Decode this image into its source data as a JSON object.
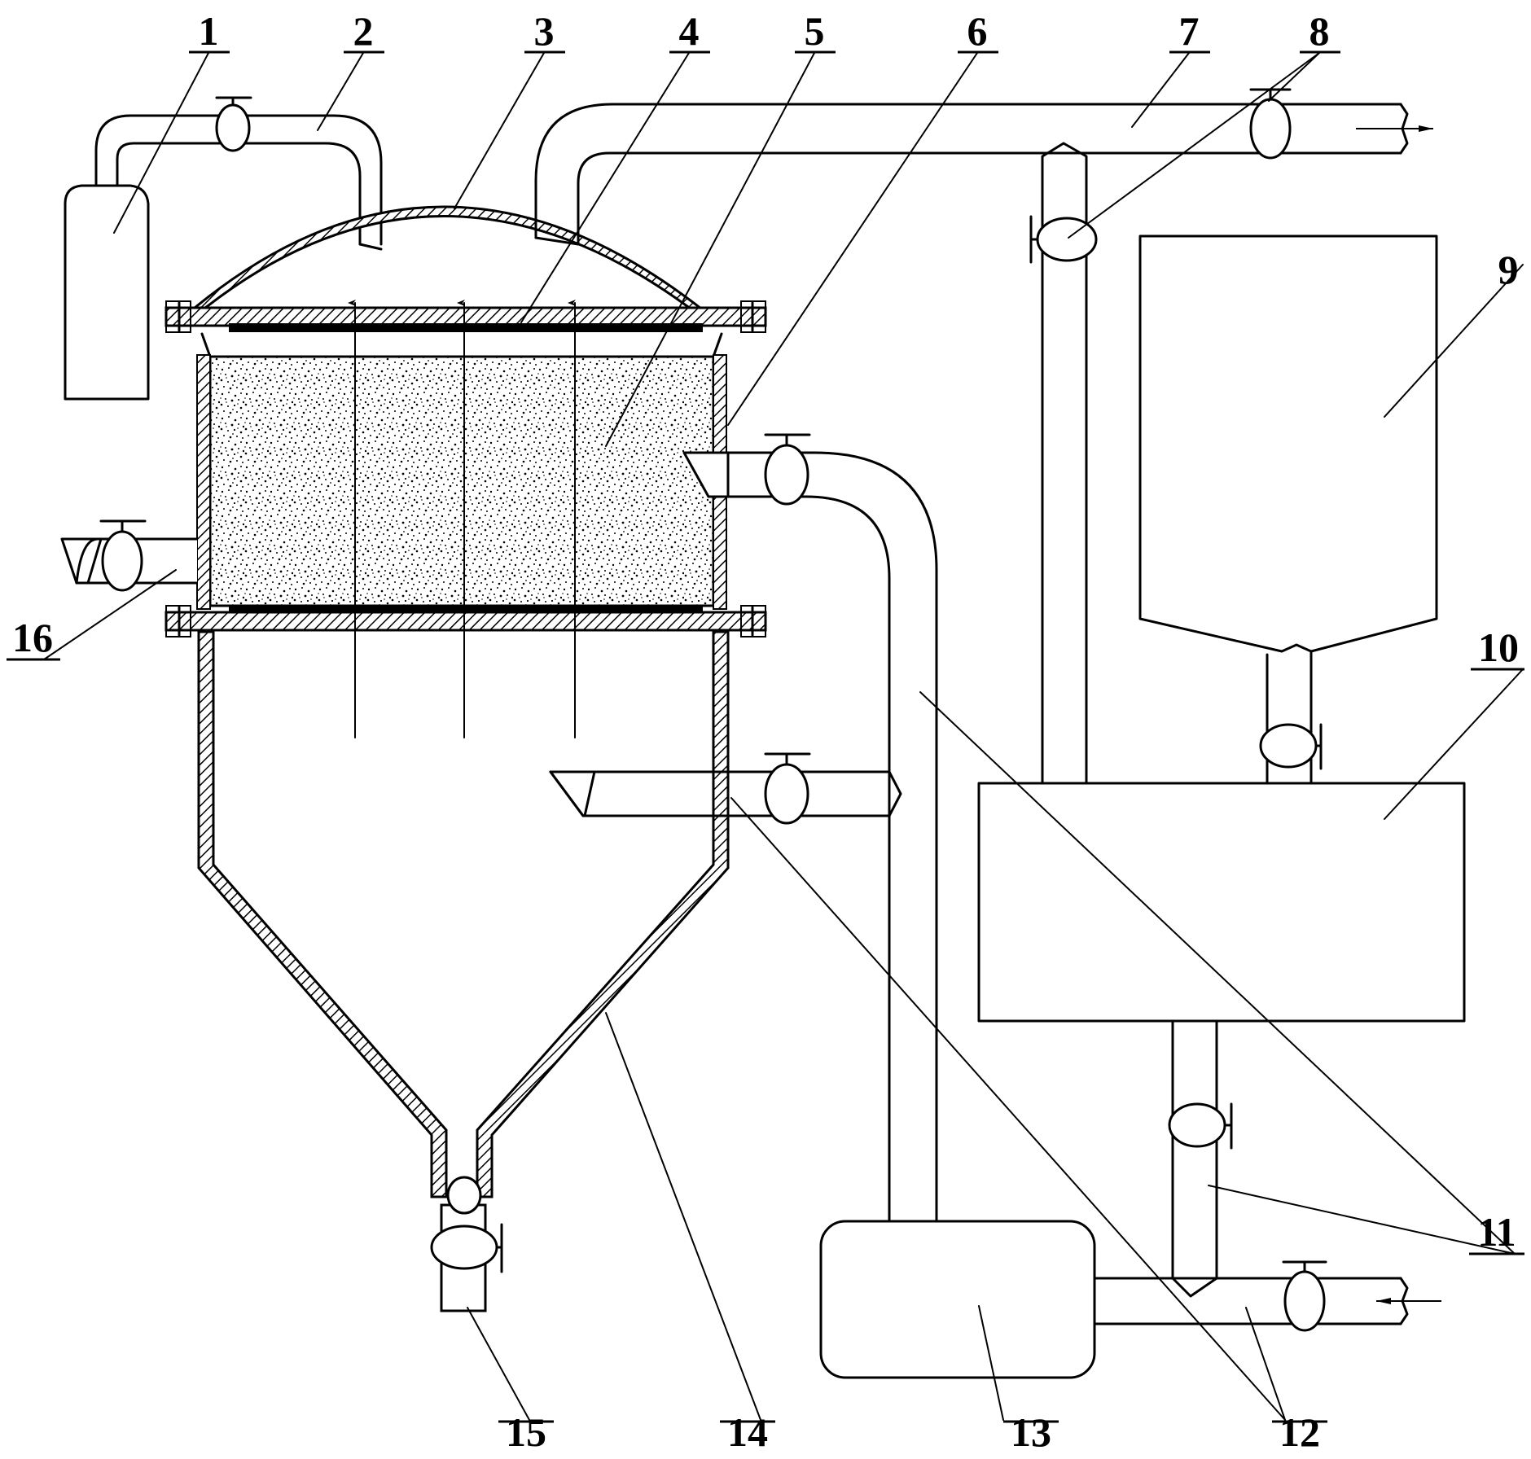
{
  "labels": [
    {
      "id": "1",
      "text": "1"
    },
    {
      "id": "2",
      "text": "2"
    },
    {
      "id": "3",
      "text": "3"
    },
    {
      "id": "4",
      "text": "4"
    },
    {
      "id": "5",
      "text": "5"
    },
    {
      "id": "6",
      "text": "6"
    },
    {
      "id": "7",
      "text": "7"
    },
    {
      "id": "8",
      "text": "8"
    },
    {
      "id": "9",
      "text": "9"
    },
    {
      "id": "10",
      "text": "10"
    },
    {
      "id": "11",
      "text": "11"
    },
    {
      "id": "12",
      "text": "12"
    },
    {
      "id": "13",
      "text": "13"
    },
    {
      "id": "14",
      "text": "14"
    },
    {
      "id": "15",
      "text": "15"
    },
    {
      "id": "16",
      "text": "16"
    }
  ]
}
